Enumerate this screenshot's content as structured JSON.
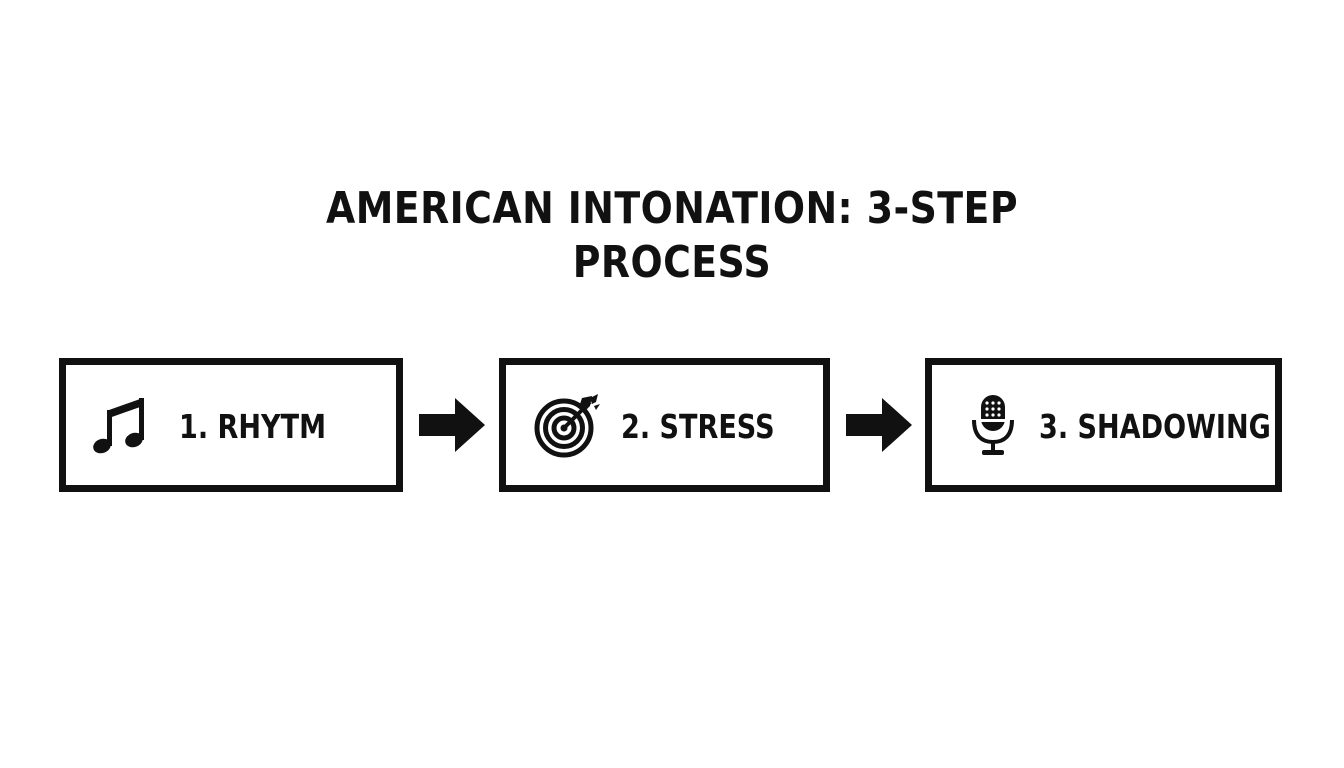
{
  "title": {
    "line1": "AMERICAN INTONATION: 3-STEP",
    "line2": "PROCESS"
  },
  "steps": [
    {
      "label": "1. RHYTM",
      "icon": "music-notes-icon"
    },
    {
      "label": "2. STRESS",
      "icon": "target-arrow-icon"
    },
    {
      "label": "3. SHADOWING",
      "icon": "microphone-icon"
    }
  ],
  "connectors": [
    {
      "icon": "arrow-right-icon"
    },
    {
      "icon": "arrow-right-icon"
    }
  ],
  "colors": {
    "ink": "#111111",
    "background": "#ffffff"
  }
}
